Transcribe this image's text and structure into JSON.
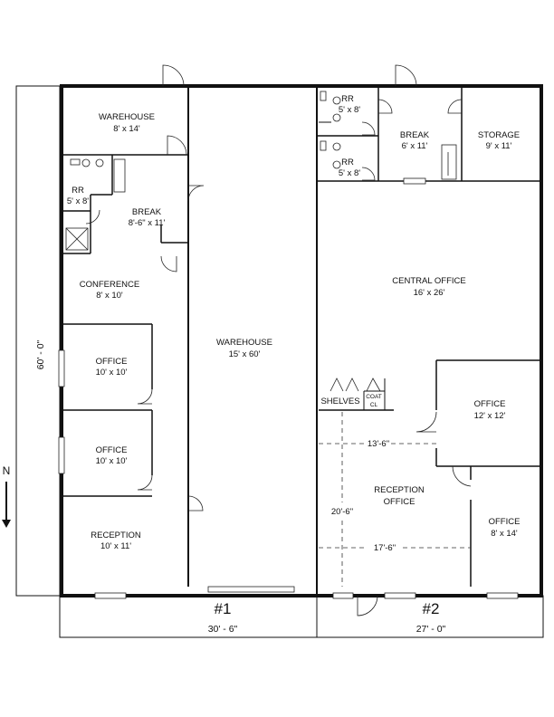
{
  "rooms": {
    "warehouse_top": {
      "name": "WAREHOUSE",
      "size": "8' x 14'"
    },
    "rr_left": {
      "name": "RR",
      "size": "5' x 8'"
    },
    "break_left": {
      "name": "BREAK",
      "size": "8'-6\" x 11'"
    },
    "conference": {
      "name": "CONFERENCE",
      "size": "8' x 10'"
    },
    "office_1": {
      "name": "OFFICE",
      "size": "10' x 10'"
    },
    "office_2": {
      "name": "OFFICE",
      "size": "10' x 10'"
    },
    "reception_left": {
      "name": "RECEPTION",
      "size": "10' x 11'"
    },
    "warehouse_main": {
      "name": "WAREHOUSE",
      "size": "15' x 60'"
    },
    "rr_right_1": {
      "name": "RR",
      "size": "5' x 8'"
    },
    "rr_right_2": {
      "name": "RR",
      "size": "5' x 8'"
    },
    "break_right": {
      "name": "BREAK",
      "size": "6' x 11'"
    },
    "storage": {
      "name": "STORAGE",
      "size": "9' x 11'"
    },
    "central_office": {
      "name": "CENTRAL OFFICE",
      "size": "16' x 26'"
    },
    "shelves": {
      "name": "SHELVES"
    },
    "coat_closet": {
      "line1": "COAT",
      "line2": "CL"
    },
    "office_12": {
      "name": "OFFICE",
      "size": "12' x 12'"
    },
    "reception_office": {
      "line1": "RECEPTION",
      "line2": "OFFICE"
    },
    "office_8x14": {
      "name": "OFFICE",
      "size": "8' x 14'"
    }
  },
  "dimensions": {
    "height": "60' - 0\"",
    "reception_width_top": "13'-6\"",
    "reception_depth": "20'-6\"",
    "reception_width_bottom": "17'-6\"",
    "unit1_width": "30' - 6\"",
    "unit2_width": "27' - 0\""
  },
  "units": {
    "unit1": "#1",
    "unit2": "#2"
  },
  "compass": {
    "label": "N"
  }
}
